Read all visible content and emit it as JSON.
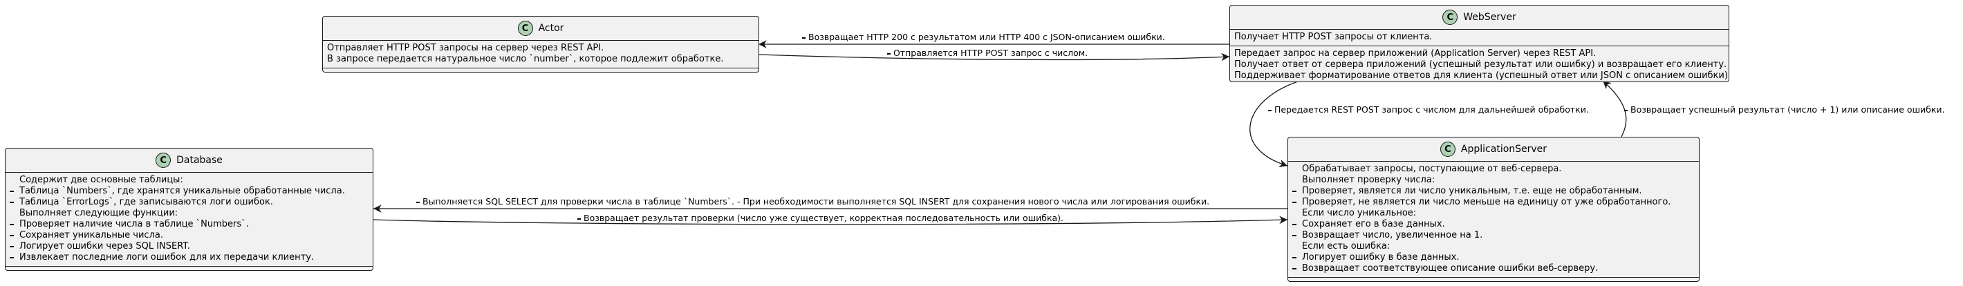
{
  "classes": {
    "actor": {
      "name": "Actor",
      "stereotype_letter": "C",
      "lines": [
        "Отправляет HTTP POST запросы на сервер через REST API.",
        "В запросе передается натуральное число `number`, которое подлежит обработке."
      ]
    },
    "webserver": {
      "name": "WebServer",
      "stereotype_letter": "C",
      "fields": [
        "Получает HTTP POST запросы от клиента."
      ],
      "methods": [
        "Передает запрос на сервер приложений (Application Server) через REST API.",
        "Получает ответ от сервера приложений (успешный результат или ошибку) и возвращает его клиенту.",
        "Поддерживает форматирование ответов для клиента (успешный ответ или JSON с описанием ошибки)"
      ]
    },
    "database": {
      "name": "Database",
      "stereotype_letter": "C",
      "lines": [
        {
          "t": "Содержит две основные таблицы:",
          "v": false
        },
        {
          "t": "Таблица `Numbers`, где хранятся уникальные обработанные числа.",
          "v": true
        },
        {
          "t": "Таблица `ErrorLogs`, где записываются логи ошибок.",
          "v": true
        },
        {
          "t": "Выполняет следующие функции:",
          "v": false
        },
        {
          "t": "Проверяет наличие числа в таблице `Numbers`.",
          "v": true
        },
        {
          "t": "Сохраняет уникальные числа.",
          "v": true
        },
        {
          "t": "Логирует ошибки через SQL INSERT.",
          "v": true
        },
        {
          "t": "Извлекает последние логи ошибок для их передачи клиенту.",
          "v": true
        }
      ]
    },
    "appserver": {
      "name": "ApplicationServer",
      "stereotype_letter": "C",
      "lines": [
        {
          "t": "Обрабатывает запросы, поступающие от веб-сервера.",
          "v": false
        },
        {
          "t": "Выполняет проверку числа:",
          "v": false
        },
        {
          "t": "Проверяет, является ли число уникальным, т.е. еще не обработанным.",
          "v": true
        },
        {
          "t": "Проверяет, не является ли число меньше на единицу от уже обработанного.",
          "v": true
        },
        {
          "t": "Если число уникальное:",
          "v": false
        },
        {
          "t": "Сохраняет его в базе данных.",
          "v": true
        },
        {
          "t": "Возвращает число, увеличенное на 1.",
          "v": true
        },
        {
          "t": "Если есть ошибка:",
          "v": false
        },
        {
          "t": "Логирует ошибку в базе данных.",
          "v": true
        },
        {
          "t": "Возвращает соответствующее описание ошибки веб-серверу.",
          "v": true
        }
      ]
    }
  },
  "relations": {
    "web_to_actor": "Возвращает HTTP 200 с результатом или HTTP 400 с JSON-описанием ошибки.",
    "actor_to_web": "Отправляется HTTP POST запрос с числом.",
    "web_to_app": "Передается REST POST запрос с числом для дальнейшей обработки.",
    "app_to_web": "Возвращает успешный результат (число + 1) или описание ошибки.",
    "app_to_db": "Выполняется SQL SELECT для проверки числа в таблице `Numbers`. - При необходимости выполняется SQL INSERT для сохранения нового числа или логирования ошибки.",
    "db_to_app": "Возвращает результат проверки (число уже существует, корректная последовательность или ошибка)."
  },
  "colors": {
    "class_bg": "#F1F1F1",
    "class_border": "#181818",
    "circle_bg": "#ADD1B2"
  }
}
